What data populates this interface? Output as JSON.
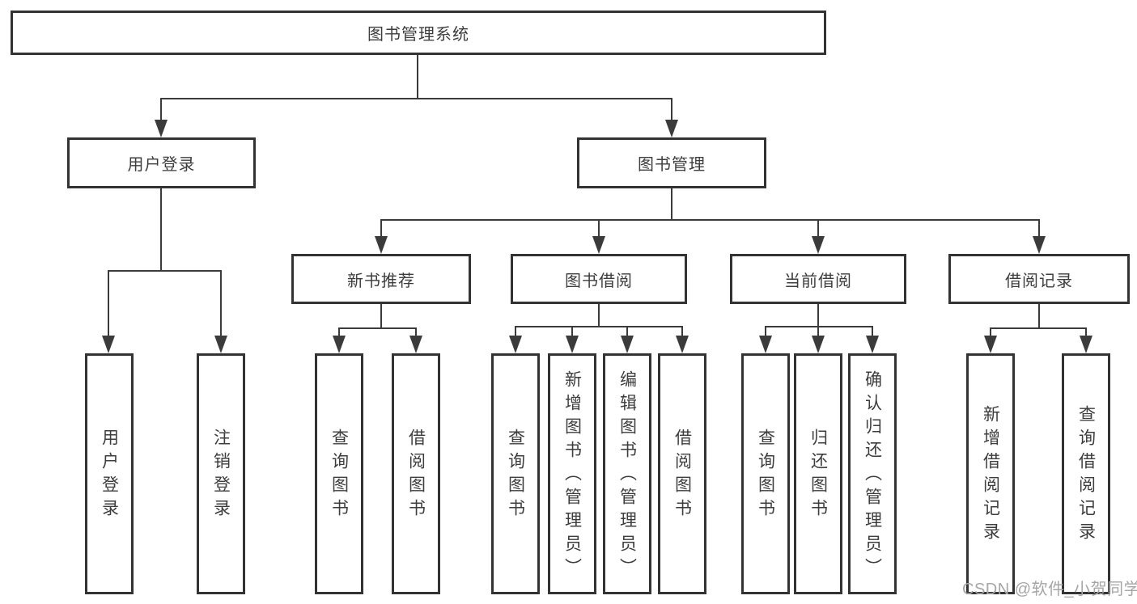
{
  "tree": {
    "root": {
      "label": "图书管理系统"
    },
    "user_login": {
      "label": "用户登录",
      "children": [
        {
          "label": "用户登录"
        },
        {
          "label": "注销登录"
        }
      ]
    },
    "book_mgmt": {
      "label": "图书管理",
      "groups": [
        {
          "label": "新书推荐",
          "children": [
            {
              "label": "查询图书"
            },
            {
              "label": "借阅图书"
            }
          ]
        },
        {
          "label": "图书借阅",
          "children": [
            {
              "label": "查询图书"
            },
            {
              "label": "新增图书（管理员）"
            },
            {
              "label": "编辑图书（管理员）"
            },
            {
              "label": "借阅图书"
            }
          ]
        },
        {
          "label": "当前借阅",
          "children": [
            {
              "label": "查询图书"
            },
            {
              "label": "归还图书"
            },
            {
              "label": "确认归还（管理员）"
            }
          ]
        },
        {
          "label": "借阅记录",
          "children": [
            {
              "label": "新增借阅记录"
            },
            {
              "label": "查询借阅记录"
            }
          ]
        }
      ]
    }
  },
  "watermark": {
    "text": "CSDN @软件_小贺同学"
  },
  "colors": {
    "line": "#3b3b3b",
    "box_border": "#333333",
    "text": "#3d3d3d",
    "watermark": "#a6a6a6",
    "background": "#ffffff"
  }
}
